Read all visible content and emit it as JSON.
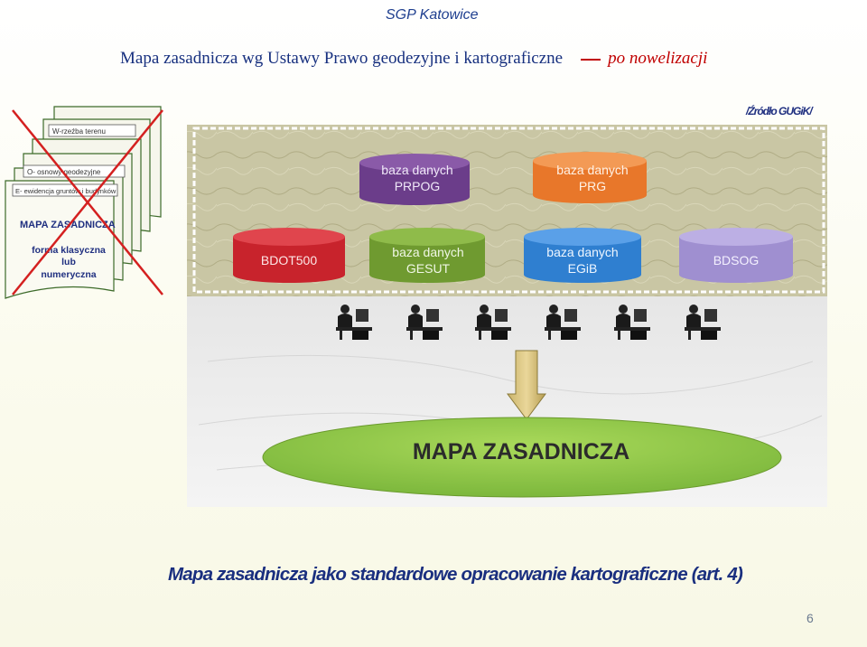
{
  "header": {
    "org": "SGP Katowice",
    "title": "Mapa zasadnicza wg Ustawy Prawo geodezyjne i kartograficzne",
    "subtitle": "po nowelizacji"
  },
  "source_note": "/Źródło GUGiK/",
  "old_map": {
    "sheets": [
      "W-rzeźba terenu",
      "O- osnowy geodezyjne",
      "E- ewidencja gruntów i budynków"
    ],
    "label": "MAPA ZASADNICZA",
    "form_lines": [
      "forma klasyczna",
      "lub",
      "numeryczna"
    ],
    "crossed_out": true
  },
  "databases_top": [
    {
      "line1": "baza danych",
      "line2": "PRPOG",
      "color": "#6b3d8a"
    },
    {
      "line1": "baza danych",
      "line2": "PRG",
      "color": "#e8772a"
    }
  ],
  "databases_bottom": [
    {
      "line1": "",
      "line2": "BDOT500",
      "color": "#c8232c"
    },
    {
      "line1": "baza danych",
      "line2": "GESUT",
      "color": "#6f9a30"
    },
    {
      "line1": "baza danych",
      "line2": "EGiB",
      "color": "#2f7fd0"
    },
    {
      "line1": "",
      "line2": "BDSOG",
      "color": "#9f8fd0"
    }
  ],
  "result_label": "MAPA ZASADNICZA",
  "footer": "Mapa zasadnicza jako standardowe opracowanie kartograficzne (art. 4)",
  "page_number": "6",
  "colors": {
    "title": "#17307f",
    "accent_red": "#c00000",
    "result_green": "#8cc63f"
  }
}
